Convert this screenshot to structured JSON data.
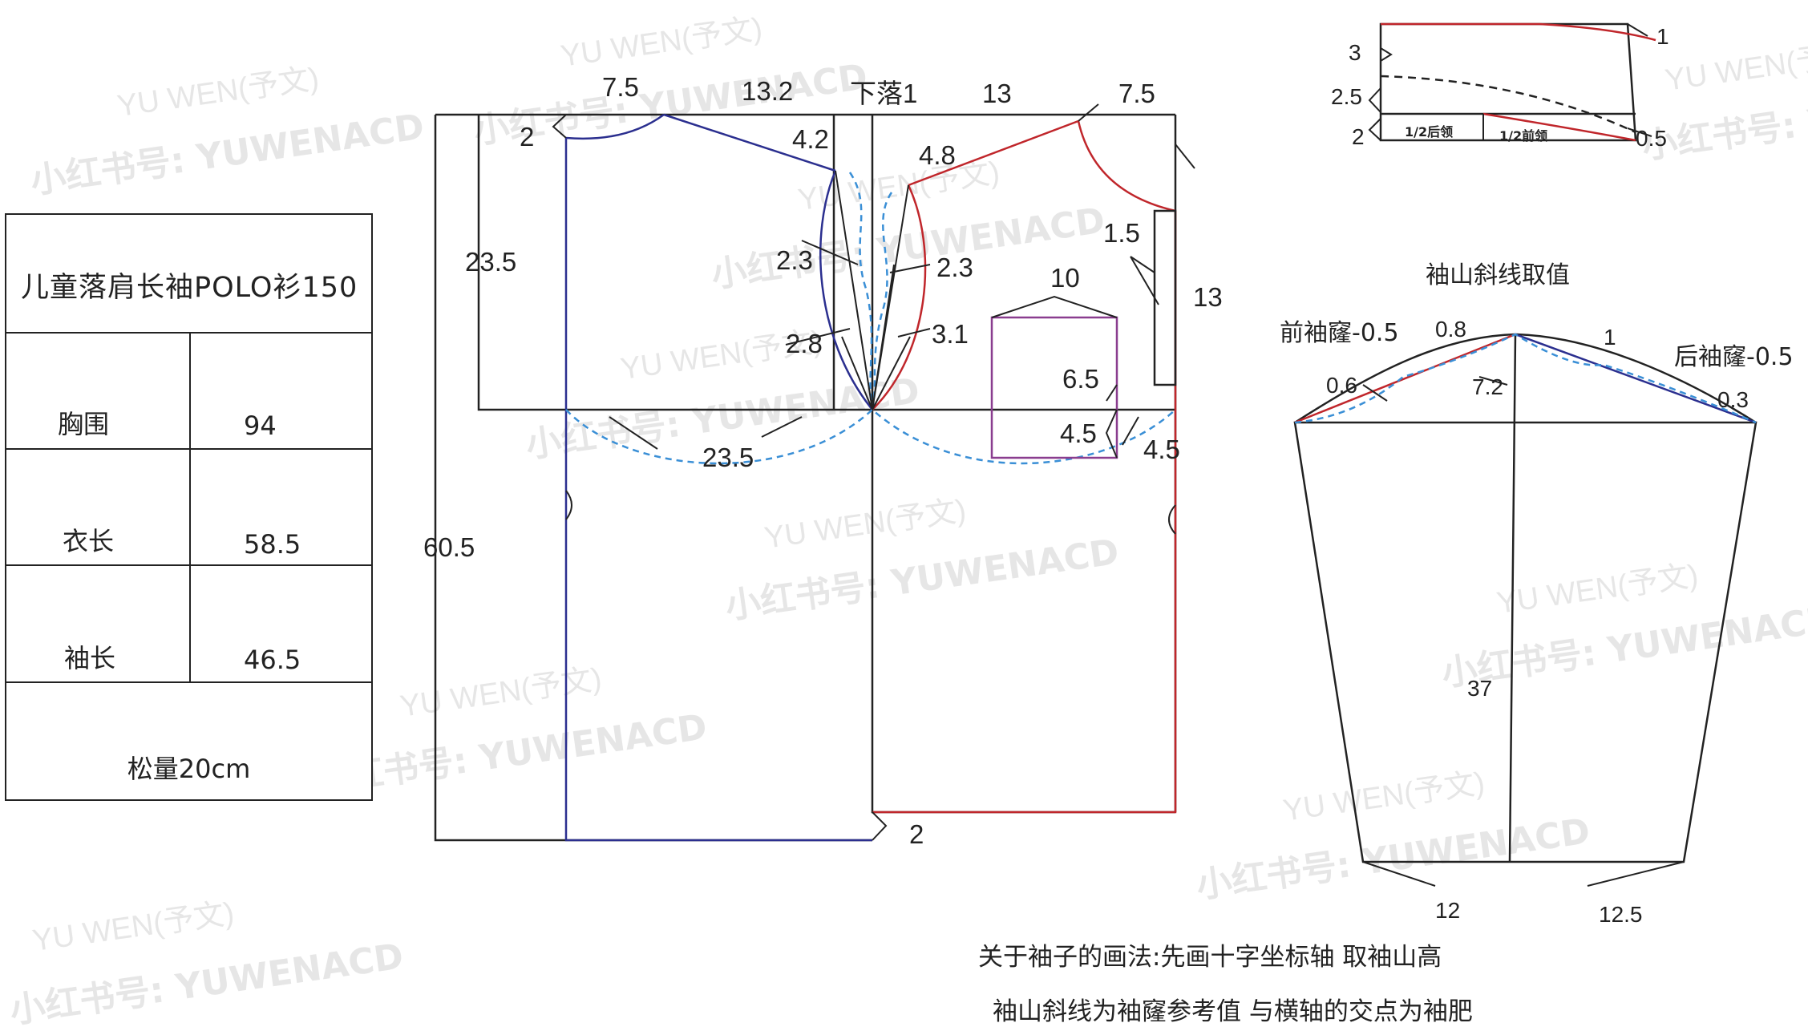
{
  "spec_table": {
    "title": "儿童落肩长袖POLO衫150",
    "rows": [
      {
        "label": "胸围",
        "value": "94"
      },
      {
        "label": "衣长",
        "value": "58.5"
      },
      {
        "label": "袖长",
        "value": "46.5"
      }
    ],
    "ease": "松量20cm"
  },
  "bodice_labels": {
    "drop": "下落1",
    "back_neck_width": "7.5",
    "back_shoulder": "13.2",
    "front_shoulder": "13",
    "front_neck_width": "7.5",
    "back_neck_depth": "2",
    "back_armhole_depth": "23.5",
    "total_length": "60.5",
    "back_shoulder_drop": "4.2",
    "front_shoulder_drop": "4.8",
    "back_curve_1": "2.3",
    "back_curve_2": "2.8",
    "front_curve_1": "2.3",
    "front_curve_2": "3.1",
    "armhole_arc": "23.5",
    "pocket_width": "10",
    "pocket_height": "6.5",
    "pocket_depth": "4.5",
    "placket_width": "1.5",
    "placket_length": "13",
    "pocket_side": "4.5",
    "hem_drop": "2"
  },
  "collar_labels": {
    "height_3": "3",
    "height_2_5": "2.5",
    "height_2": "2",
    "tip_1": "1",
    "tip_0_5": "0.5",
    "back_neck_half": "1/2后领",
    "front_neck_half": "1/2前领"
  },
  "sleeve_labels": {
    "heading": "袖山斜线取值",
    "front_ease": "前袖窿-0.5",
    "back_ease": "后袖窿-0.5",
    "front_curve_a": "0.6",
    "front_curve_b": "0.8",
    "back_curve_a": "1",
    "back_curve_b": "0.3",
    "cap_height": "7.2",
    "sleeve_length": "37",
    "cuff_front": "12",
    "cuff_back": "12.5"
  },
  "notes": {
    "line1": "关于袖子的画法:先画十字坐标轴  取袖山高",
    "line2": "袖山斜线为袖窿参考值  与横轴的交点为袖肥"
  },
  "watermark": {
    "brand_en": "YU WEN(予文)",
    "handle": "小红书号: YUWENACD"
  },
  "colors": {
    "line_black": "#222222",
    "line_blue": "#2b2f8f",
    "line_red": "#c0262b",
    "dashed_blue": "#3a8fd6",
    "pocket_purple": "#8a3d8f"
  }
}
